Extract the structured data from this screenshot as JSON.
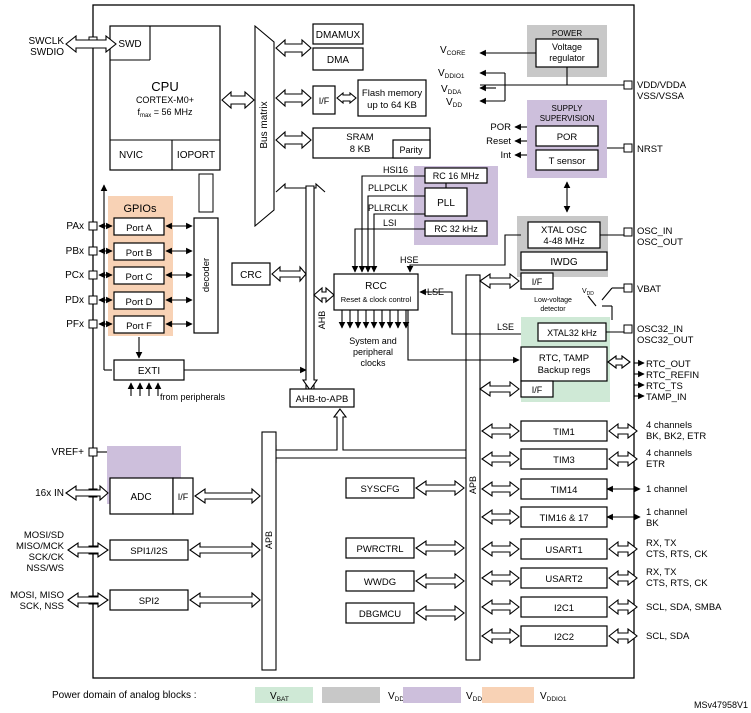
{
  "colors": {
    "vbat": "#cfe9d6",
    "vdd": "#c8c8c8",
    "vdda": "#cdbfdc",
    "vddio1": "#f8d2b5"
  },
  "pins_left": {
    "swclk": "SWCLK",
    "swdio": "SWDIO",
    "pa": "PAx",
    "pb": "PBx",
    "pc": "PCx",
    "pd": "PDx",
    "pf": "PFx",
    "vref": "VREF+",
    "in16": "16x IN",
    "spi1_pins": [
      "MOSI/SD",
      "MISO/MCK",
      "SCK/CK",
      "NSS/WS"
    ],
    "spi2_pins": [
      "MOSI, MISO",
      "SCK, NSS"
    ]
  },
  "core": {
    "swd": "SWD",
    "cpu": "CPU",
    "cpu_core": "CORTEX-M0+",
    "cpu_freq_prefix": "f",
    "cpu_freq_sub": "max",
    "cpu_freq_value": " = 56 MHz",
    "nvic": "NVIC",
    "ioport": "IOPORT",
    "bus_matrix": "Bus matrix",
    "dmamux": "DMAMUX",
    "dma": "DMA",
    "if": "I/F",
    "flash": "Flash memory",
    "flash2": "up to 64 KB",
    "sram": "SRAM",
    "sram2": "8 KB",
    "parity": "Parity"
  },
  "gpio": {
    "title": "GPIOs",
    "ports": [
      "Port A",
      "Port B",
      "Port C",
      "Port D",
      "Port F"
    ],
    "decoder": "decoder",
    "exti": "EXTI",
    "from_peripherals": "from peripherals"
  },
  "power": {
    "title": "POWER",
    "reg1": "Voltage",
    "reg2": "regulator",
    "vcore": "V",
    "vcore_sub": "CORE",
    "vddio1": "V",
    "vddio1_sub": "DDIO1",
    "vdda": "V",
    "vdda_sub": "DDA",
    "vdd": "V",
    "vdd_sub": "DD",
    "pin1": "VDD/VDDA",
    "pin2": "VSS/VSSA"
  },
  "supervision": {
    "title1": "SUPPLY",
    "title2": "SUPERVISION",
    "por_label": "POR",
    "reset_label": "Reset",
    "int_label": "Int",
    "por": "POR",
    "tsensor": "T sensor",
    "nrst": "NRST"
  },
  "clocks": {
    "hsi16": "HSI16",
    "rc16": "RC 16 MHz",
    "pllpclk": "PLLPCLK",
    "pllrclk": "PLLRCLK",
    "pll": "PLL",
    "lsi": "LSI",
    "rc32": "RC 32 kHz",
    "hse": "HSE",
    "xtal1": "XTAL OSC",
    "xtal2": "4-48 MHz",
    "osc_in": "OSC_IN",
    "osc_out": "OSC_OUT",
    "iwdg": "IWDG",
    "crc": "CRC",
    "rcc": "RCC",
    "rcc_sub": "Reset & clock control",
    "lse": "LSE",
    "lse2": "LSE",
    "if_iwdg": "I/F",
    "vdd_small": "V",
    "vdd_small_sub": "DD",
    "lvd1": "Low-voltage",
    "lvd2": "detector",
    "vbat": "VBAT",
    "sys1": "System and",
    "sys2": "peripheral",
    "sys3": "clocks",
    "xtal32": "XTAL32 kHz",
    "osc32_in": "OSC32_IN",
    "osc32_out": "OSC32_OUT",
    "rtc1": "RTC, TAMP",
    "rtc2": "Backup regs",
    "rtc_if": "I/F",
    "rtc_pins": [
      "RTC_OUT",
      "RTC_REFIN",
      "RTC_TS",
      "TAMP_IN"
    ]
  },
  "buses": {
    "ahb": "AHB",
    "ahb2apb": "AHB-to-APB",
    "apb_left": "APB",
    "apb_right": "APB"
  },
  "analog": {
    "adc": "ADC",
    "if": "I/F"
  },
  "periph_left": [
    "SYSCFG",
    "PWRCTRL",
    "WWDG",
    "DBGMCU"
  ],
  "spi": {
    "spi1": "SPI1/I2S",
    "spi2": "SPI2"
  },
  "timers": [
    {
      "name": "TIM1",
      "l1": "4 channels",
      "l2": "BK, BK2, ETR"
    },
    {
      "name": "TIM3",
      "l1": "4 channels",
      "l2": "ETR"
    },
    {
      "name": "TIM14",
      "l1": "1 channel",
      "l2": ""
    },
    {
      "name": "TIM16 & 17",
      "l1": "1 channel",
      "l2": "BK"
    },
    {
      "name": "USART1",
      "l1": "RX, TX",
      "l2": "CTS, RTS, CK"
    },
    {
      "name": "USART2",
      "l1": "RX, TX",
      "l2": "CTS, RTS, CK"
    },
    {
      "name": "I2C1",
      "l1": "SCL, SDA, SMBA",
      "l2": ""
    },
    {
      "name": "I2C2",
      "l1": "SCL, SDA",
      "l2": ""
    }
  ],
  "legend": {
    "title": "Power domain of analog blocks :",
    "vbat": "V",
    "vbat_sub": "BAT",
    "vdd": "V",
    "vdd_sub": "DD",
    "vdda": "V",
    "vdda_sub": "DDA",
    "vddio1": "V",
    "vddio1_sub": "DDIO1"
  },
  "ref": "MSv47958V1"
}
